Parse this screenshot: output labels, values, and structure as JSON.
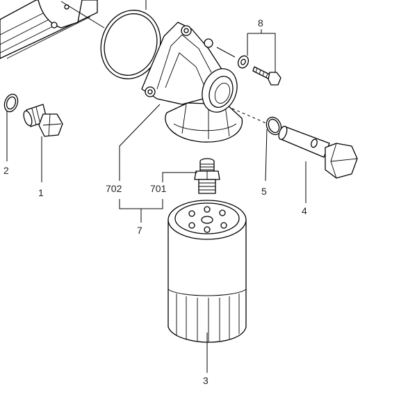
{
  "labels": {
    "part_1": "1",
    "part_2": "2",
    "part_3": "3",
    "part_4": "4",
    "part_5": "5",
    "part_7": "7",
    "part_8": "8",
    "part_701": "701",
    "part_702": "702"
  },
  "colors": {
    "line": "#000000",
    "background": "#ffffff",
    "label": "#222222"
  }
}
